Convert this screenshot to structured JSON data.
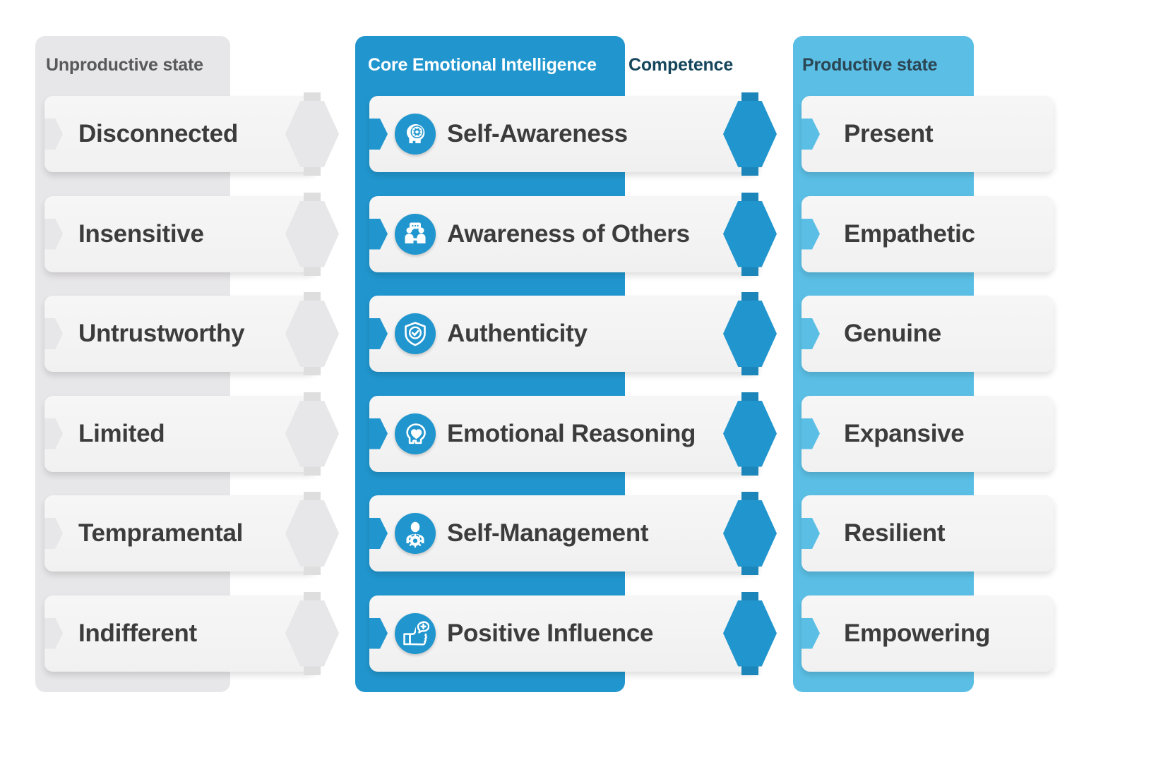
{
  "diagram": {
    "title_parts": {
      "center_on_panel": "Core Emotional Intelligence",
      "center_overflow": "Competence"
    },
    "columns": {
      "left": {
        "header": "Unproductive state",
        "panel_color": "#E7E6E8",
        "header_color": "#58595B",
        "items": [
          {
            "label": "Disconnected"
          },
          {
            "label": "Insensitive"
          },
          {
            "label": "Untrustworthy"
          },
          {
            "label": "Limited"
          },
          {
            "label": "Tempramental"
          },
          {
            "label": "Indifferent"
          }
        ]
      },
      "center": {
        "header": "Core Emotional Intelligence Competence",
        "panel_color": "#2196CE",
        "header_color": "#FFFFFF",
        "items": [
          {
            "label": "Self-Awareness",
            "icon": "head-gear-icon"
          },
          {
            "label": "Awareness of Others",
            "icon": "two-people-speech-bubble-icon"
          },
          {
            "label": "Authenticity",
            "icon": "shield-check-icon"
          },
          {
            "label": "Emotional Reasoning",
            "icon": "head-heart-icon"
          },
          {
            "label": "Self-Management",
            "icon": "person-gear-icon"
          },
          {
            "label": "Positive Influence",
            "icon": "thumbs-up-plus-icon"
          }
        ]
      },
      "right": {
        "header": "Productive state",
        "panel_color": "#5BBFE5",
        "header_color": "#2B4654",
        "items": [
          {
            "label": "Present"
          },
          {
            "label": "Empathetic"
          },
          {
            "label": "Genuine"
          },
          {
            "label": "Expansive"
          },
          {
            "label": "Resilient"
          },
          {
            "label": "Empowering"
          }
        ]
      }
    },
    "colors": {
      "accent_blue": "#2196CE",
      "accent_blue_dark": "#1C85B9",
      "light_blue": "#5BBFE5",
      "gray_panel": "#E7E6E8",
      "card_bg": "#F4F4F4",
      "text_dark": "#3C3C3C",
      "text_navy": "#15465C"
    }
  }
}
